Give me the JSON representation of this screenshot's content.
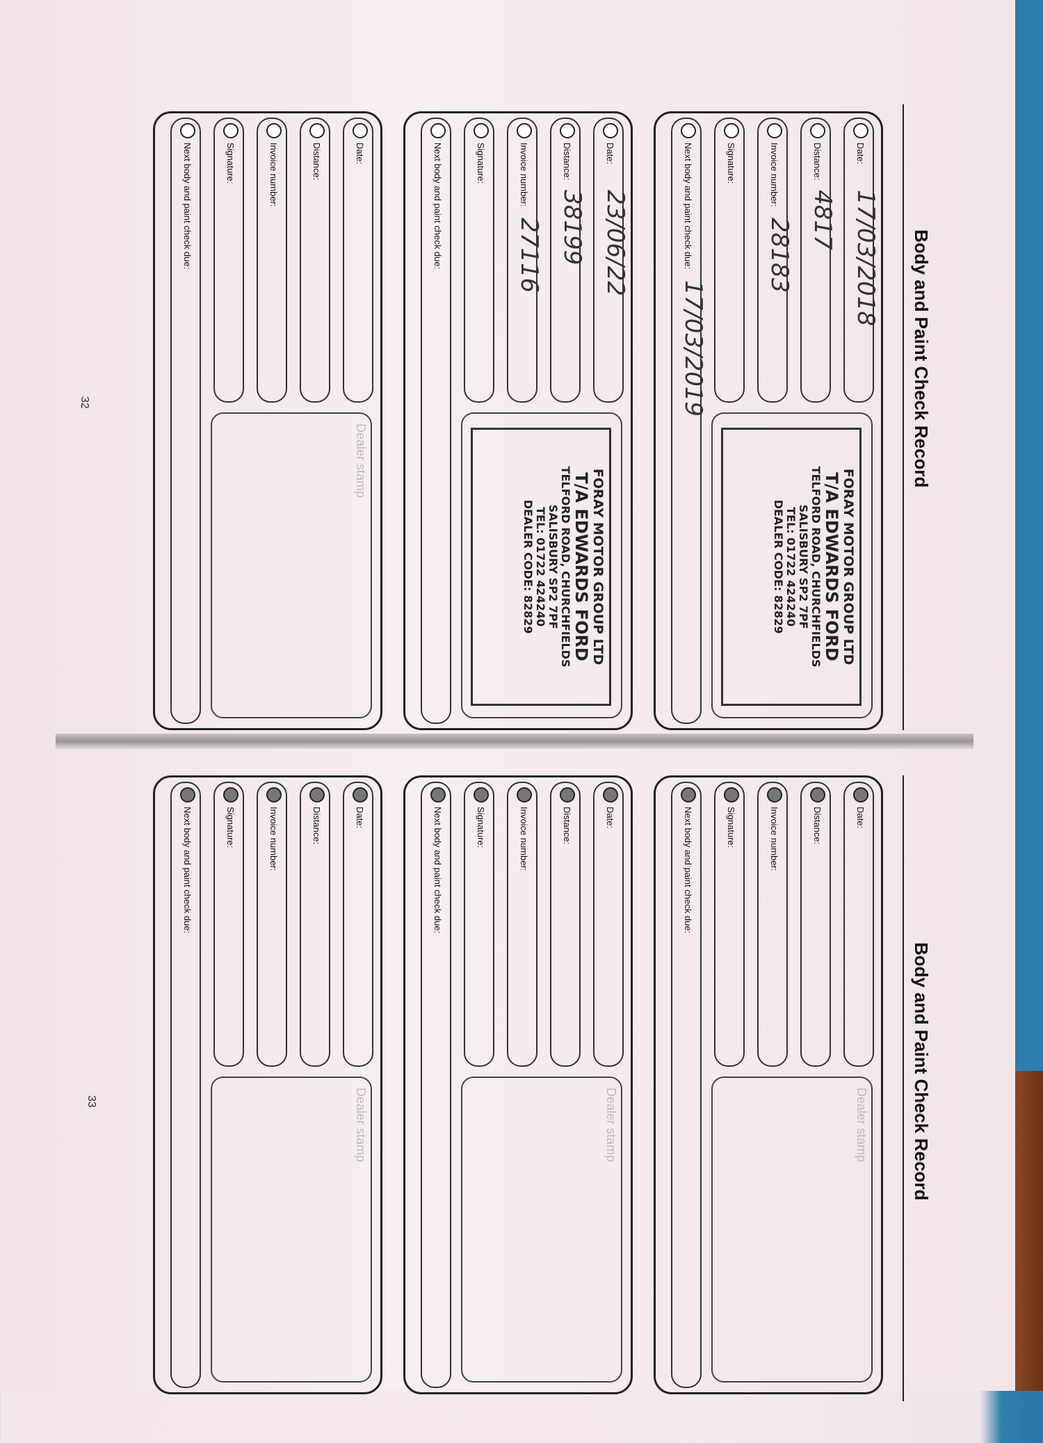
{
  "left_page": {
    "title": "Body and Paint Check Record",
    "page_number": "32",
    "cards": [
      {
        "date_label": "Date:",
        "date_value": "17/03/2018",
        "distance_label": "Distance:",
        "distance_value": "4817",
        "invoice_label": "Invoice number:",
        "invoice_value": "28183",
        "signature_label": "Signature:",
        "next_label": "Next body and paint check due:",
        "next_value": "17/03/2019",
        "stamp": {
          "line1": "FORAY MOTOR GROUP LTD",
          "line2": "T/A EDWARDS FORD",
          "line3": "TELFORD ROAD, CHURCHFIELDS",
          "line4": "SALISBURY SP2 7PF",
          "line5": "TEL: 01722 424240",
          "line6": "DEALER CODE: 82829"
        }
      },
      {
        "date_label": "Date:",
        "date_value": "23/06/22",
        "distance_label": "Distance:",
        "distance_value": "38199",
        "invoice_label": "Invoice number:",
        "invoice_value": "27116",
        "signature_label": "Signature:",
        "next_label": "Next body and paint check due:",
        "next_value": "",
        "stamp": {
          "line1": "FORAY MOTOR GROUP LTD",
          "line2": "T/A EDWARDS FORD",
          "line3": "TELFORD ROAD, CHURCHFIELDS",
          "line4": "SALISBURY SP2 7PF",
          "line5": "TEL: 01722 424240",
          "line6": "DEALER CODE: 82829"
        }
      },
      {
        "date_label": "Date:",
        "date_value": "",
        "distance_label": "Distance:",
        "distance_value": "",
        "invoice_label": "Invoice number:",
        "invoice_value": "",
        "signature_label": "Signature:",
        "next_label": "Next body and paint check due:",
        "next_value": "",
        "stamp_title": "Dealer stamp"
      }
    ]
  },
  "right_page": {
    "title": "Body and Paint Check Record",
    "page_number": "33",
    "cards": [
      {
        "date_label": "Date:",
        "distance_label": "Distance:",
        "invoice_label": "Invoice number:",
        "signature_label": "Signature:",
        "next_label": "Next body and paint check due:",
        "stamp_title": "Dealer stamp"
      },
      {
        "date_label": "Date:",
        "distance_label": "Distance:",
        "invoice_label": "Invoice number:",
        "signature_label": "Signature:",
        "next_label": "Next body and paint check due:",
        "stamp_title": "Dealer stamp"
      },
      {
        "date_label": "Date:",
        "distance_label": "Distance:",
        "invoice_label": "Invoice number:",
        "signature_label": "Signature:",
        "next_label": "Next body and paint check due:",
        "stamp_title": "Dealer stamp"
      }
    ]
  }
}
